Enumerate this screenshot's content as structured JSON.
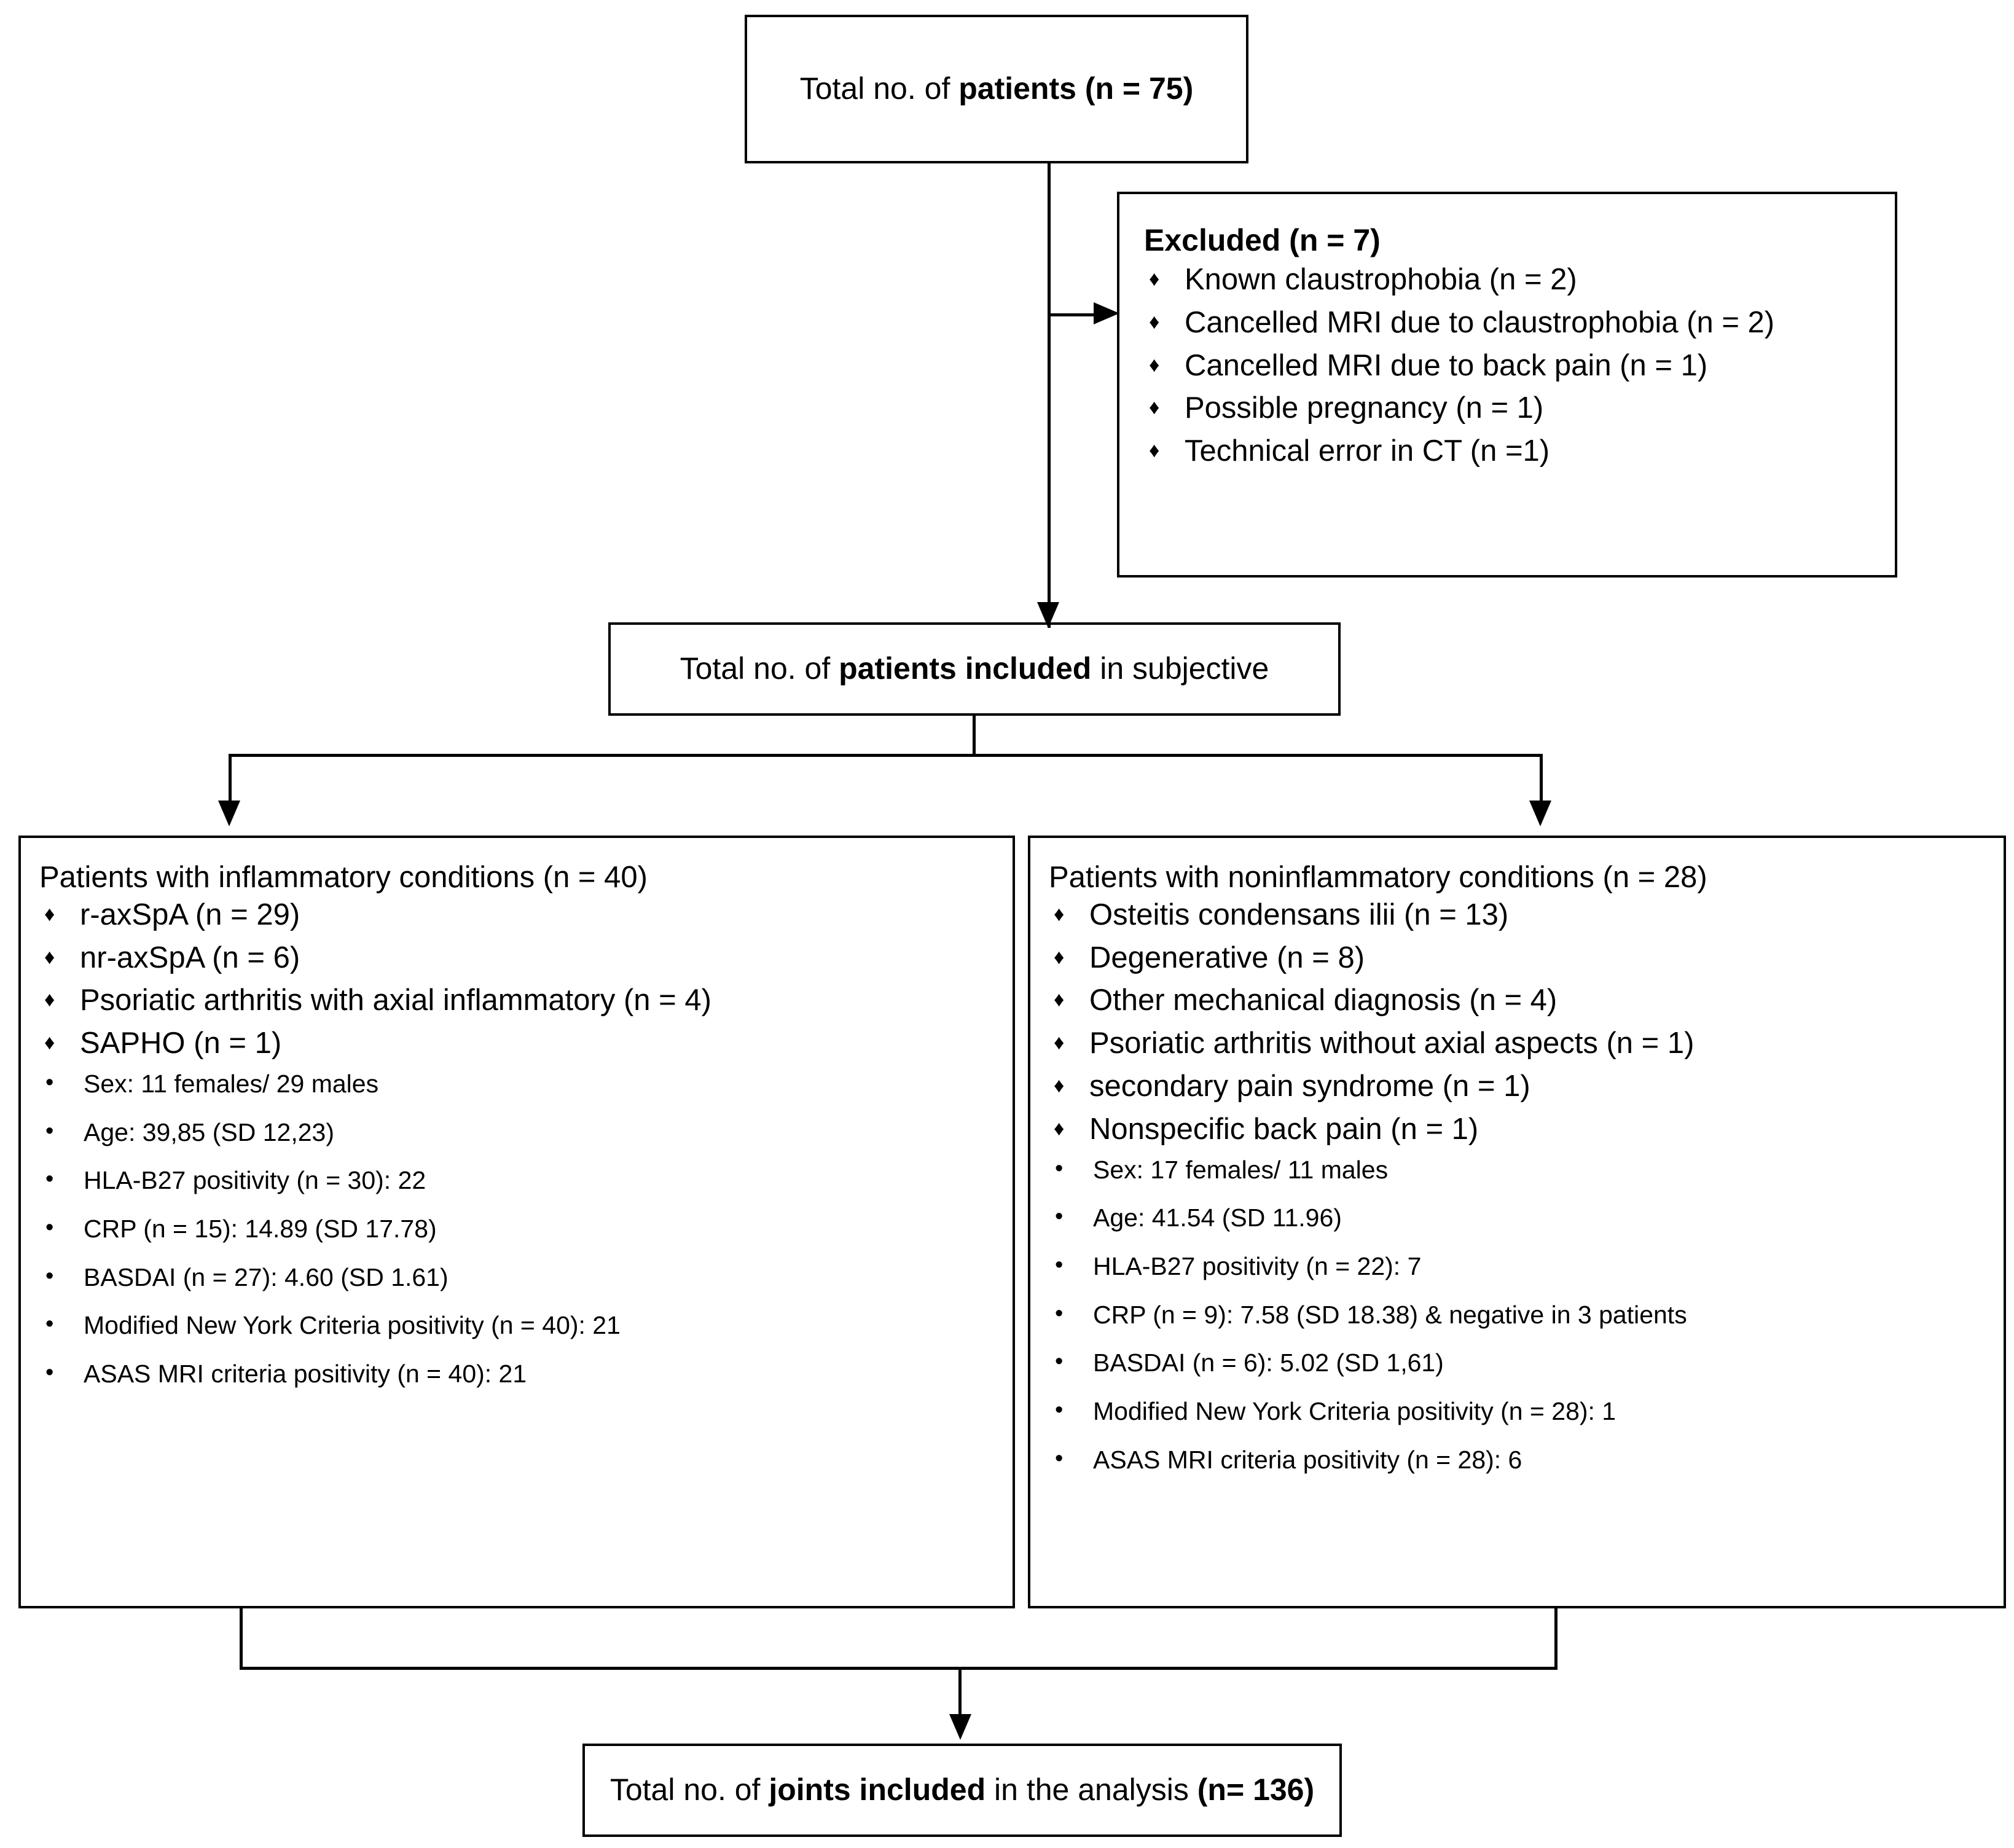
{
  "diagram": {
    "type": "flowchart",
    "title": "Patient inclusion flow diagram"
  },
  "top_box": {
    "prefix": "Total no. of ",
    "bold": "patients (n = 75)"
  },
  "excluded_box": {
    "header": "Excluded (n = 7)",
    "items": [
      "Known claustrophobia (n = 2)",
      "Cancelled MRI due to claustrophobia (n = 2)",
      "Cancelled MRI due to back pain (n = 1)",
      "Possible pregnancy (n = 1)",
      "Technical error in CT (n =1)"
    ]
  },
  "included_box": {
    "prefix": "Total no. of ",
    "bold": "patients included",
    "suffix": " in subjective"
  },
  "inflammatory_box": {
    "title": "Patients with inflammatory conditions (n = 40)",
    "conditions": [
      "r-axSpA (n = 29)",
      "nr-axSpA (n = 6)",
      "Psoriatic arthritis with axial inflammatory (n = 4)",
      "SAPHO (n = 1)"
    ],
    "stats": [
      "Sex: 11 females/ 29 males",
      "Age: 39,85 (SD 12,23)",
      "HLA-B27  positivity (n = 30): 22",
      "CRP (n = 15): 14.89 (SD 17.78)",
      "BASDAI (n = 27): 4.60 (SD 1.61)",
      "Modified  New York Criteria positivity (n = 40): 21",
      "ASAS MRI criteria positivity (n = 40): 21"
    ]
  },
  "noninflammatory_box": {
    "title": "Patients with noninflammatory conditions (n = 28)",
    "conditions": [
      "Osteitis condensans ilii (n = 13)",
      "Degenerative (n = 8)",
      "Other mechanical diagnosis (n = 4)",
      "Psoriatic arthritis without axial aspects (n = 1)",
      "secondary pain syndrome (n = 1)",
      "Nonspecific back pain (n = 1)"
    ],
    "stats": [
      "Sex: 17 females/ 11 males",
      "Age: 41.54 (SD 11.96)",
      "HLA-B27  positivity (n = 22): 7",
      "CRP (n = 9): 7.58 (SD 18.38) & negative  in 3 patients",
      "BASDAI (n = 6): 5.02 (SD 1,61)",
      "Modified  New York Criteria positivity (n = 28): 1",
      "ASAS MRI criteria positivity (n = 28): 6"
    ]
  },
  "bottom_box": {
    "prefix": "Total no. of ",
    "bold1": "joints included",
    "middle": " in the analysis ",
    "bold2": "(n= 136)"
  },
  "colors": {
    "stroke": "#000000",
    "background": "#ffffff",
    "text": "#000000"
  }
}
